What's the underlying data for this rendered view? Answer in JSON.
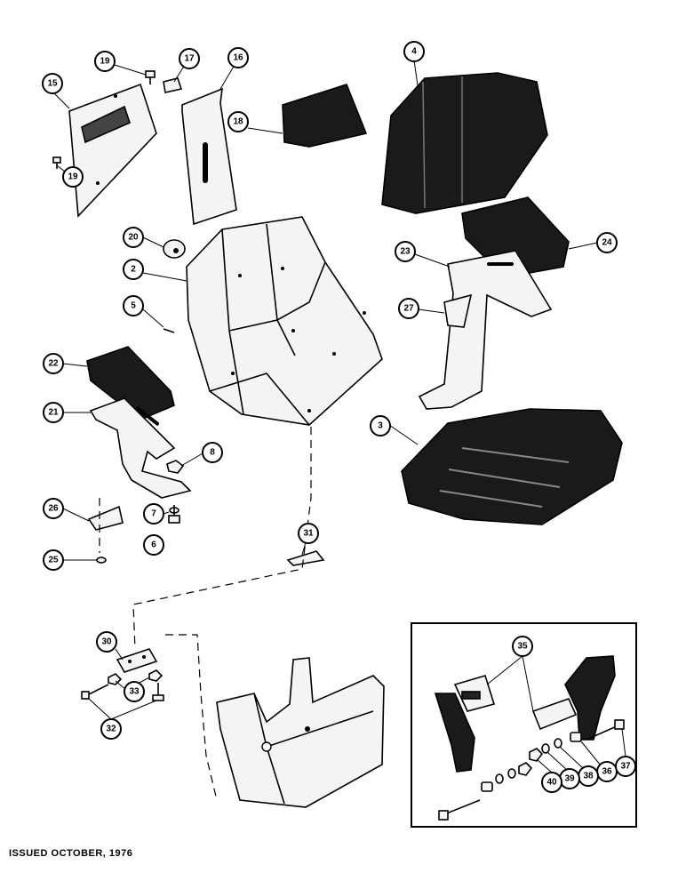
{
  "footer": {
    "issued": "ISSUED OCTOBER, 1976"
  },
  "callouts": {
    "c2": "2",
    "c3": "3",
    "c4": "4",
    "c5": "5",
    "c6": "6",
    "c7": "7",
    "c8": "8",
    "c15": "15",
    "c16": "16",
    "c17": "17",
    "c18": "18",
    "c19a": "19",
    "c19b": "19",
    "c20": "20",
    "c21": "21",
    "c22": "22",
    "c23": "23",
    "c24": "24",
    "c25": "25",
    "c26": "26",
    "c27": "27",
    "c30": "30",
    "c31": "31",
    "c32": "32",
    "c33": "33",
    "c35": "35",
    "c36": "36",
    "c37": "37",
    "c38": "38",
    "c39": "39",
    "c40": "40"
  },
  "colors": {
    "ink": "#000000",
    "paper": "#ffffff",
    "pad": "#1a1a1a"
  }
}
